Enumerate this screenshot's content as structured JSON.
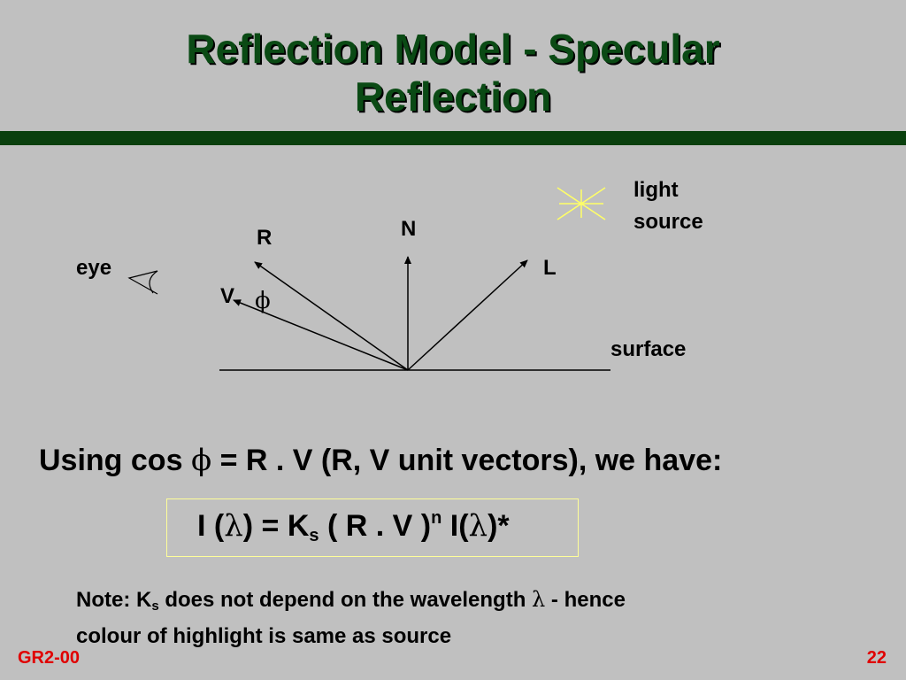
{
  "title": {
    "line1": "Reflection Model - Specular",
    "line2": "Reflection"
  },
  "diagram": {
    "labels": {
      "light_source_1": "light",
      "light_source_2": "source",
      "normal": "N",
      "reflected": "R",
      "light": "L",
      "view": "V",
      "angle": "ϕ",
      "eye": "eye",
      "surface": "surface"
    },
    "icons": {
      "light": "star-burst-icon",
      "eye": "eye-icon"
    },
    "colors": {
      "light_source": "#ffff66",
      "lines": "#000000"
    }
  },
  "body": {
    "using_prefix": "Using cos ",
    "phi": "ϕ",
    "using_suffix": " = R . V (R, V unit vectors), we have:"
  },
  "formula": {
    "lhs_prefix": "I (",
    "lambda1": "λ",
    "lhs_suffix": ") = K",
    "k_sub": "s",
    "middle": " ( R . V )",
    "exponent": "n",
    "rhs_prefix": " I(",
    "lambda2": "λ",
    "rhs_suffix": ")*"
  },
  "note": {
    "prefix": "Note: K",
    "k_sub": "s",
    "middle": " does not depend on the wavelength ",
    "lambda": "λ",
    "suffix": " - hence",
    "line2": "colour of highlight is same as source"
  },
  "footer": {
    "left": "GR2-00",
    "right": "22"
  },
  "colors": {
    "background": "#c0c0c0",
    "title": "#0a4a14",
    "rule": "#0a400e",
    "footer": "#e00000",
    "formula_border": "#ffff99"
  }
}
